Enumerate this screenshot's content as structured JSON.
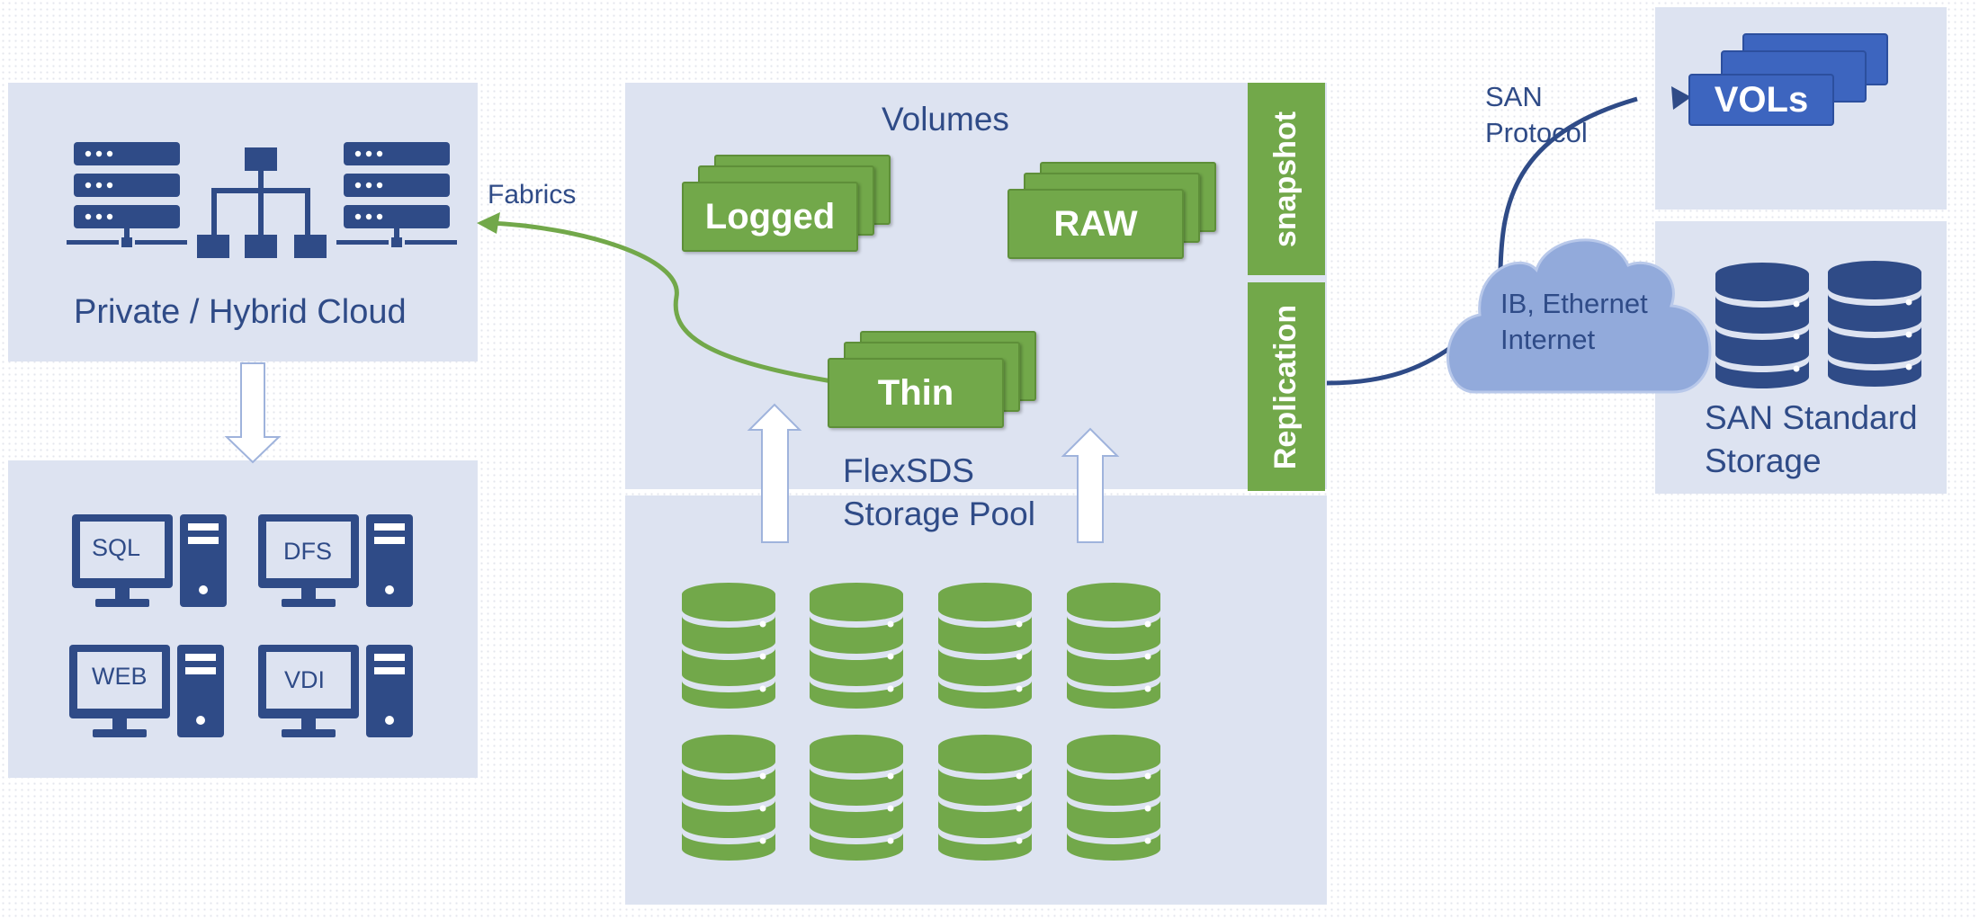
{
  "private_cloud": {
    "label": "Private / Hybrid Cloud"
  },
  "fabrics": {
    "label": "Fabrics"
  },
  "workloads": [
    {
      "label": "SQL"
    },
    {
      "label": "DFS"
    },
    {
      "label": "WEB"
    },
    {
      "label": "VDI"
    }
  ],
  "volumes": {
    "title": "Volumes",
    "logged": "Logged",
    "raw": "RAW",
    "thin": "Thin"
  },
  "side_blocks": {
    "snapshot": "snapshot",
    "replication": "Replication"
  },
  "pool": {
    "line1": "FlexSDS",
    "line2": "Storage Pool"
  },
  "san": {
    "protocol_line1": "SAN",
    "protocol_line2": "Protocol",
    "vols": "VOLs"
  },
  "cloud": {
    "line1": "IB, Ethernet",
    "line2": "Internet"
  },
  "san_storage": {
    "line1": "SAN Standard",
    "line2": "Storage"
  },
  "colors": {
    "panel": "#dde3f1",
    "navy": "#2f4b87",
    "green": "#72a84a",
    "blue": "#3b63b8",
    "cloud": "#92aadb"
  }
}
